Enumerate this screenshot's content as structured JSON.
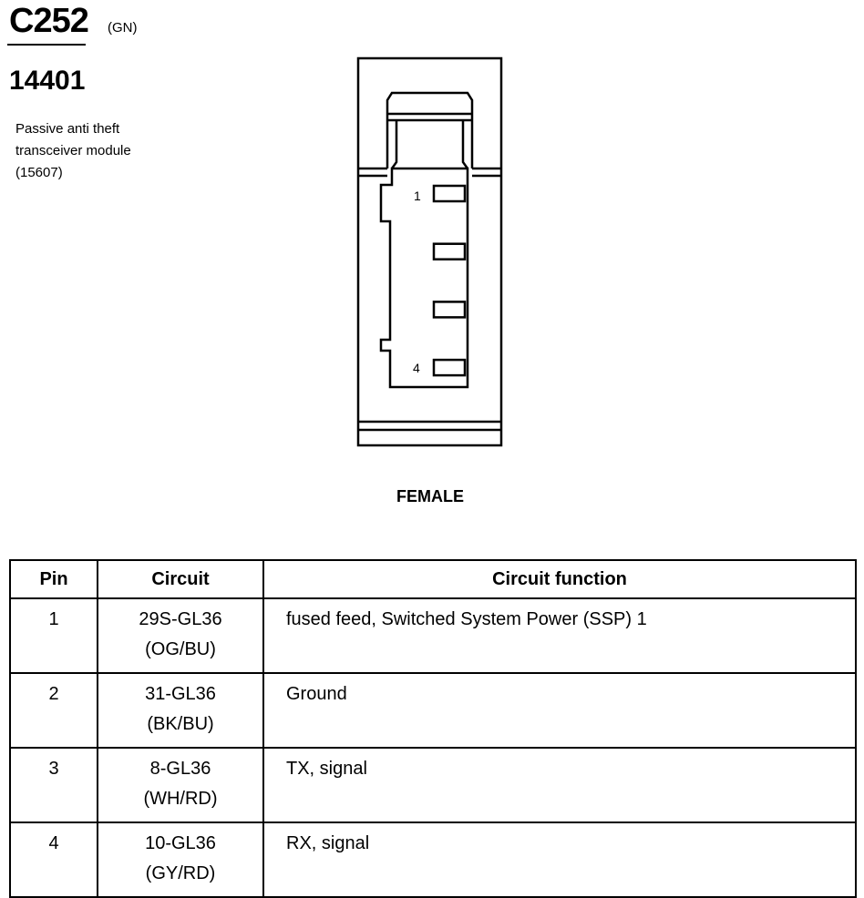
{
  "connector": {
    "id": "C252",
    "color_code": "(GN)",
    "part_number": "14401",
    "description": "Passive anti  theft\ntransceiver module\n(15607)",
    "gender": "FEMALE"
  },
  "diagram": {
    "pin_labels": [
      "1",
      "4"
    ],
    "terminal_count": 4
  },
  "table": {
    "headers": {
      "pin": "Pin",
      "circuit": "Circuit",
      "function": "Circuit function"
    },
    "rows": [
      {
        "pin": "1",
        "circuit": "29S-GL36",
        "wire": "(OG/BU)",
        "function": "fused feed, Switched System Power (SSP) 1"
      },
      {
        "pin": "2",
        "circuit": "31-GL36",
        "wire": "(BK/BU)",
        "function": "Ground"
      },
      {
        "pin": "3",
        "circuit": "8-GL36",
        "wire": "(WH/RD)",
        "function": "TX, signal"
      },
      {
        "pin": "4",
        "circuit": "10-GL36",
        "wire": "(GY/RD)",
        "function": "RX, signal"
      }
    ]
  }
}
